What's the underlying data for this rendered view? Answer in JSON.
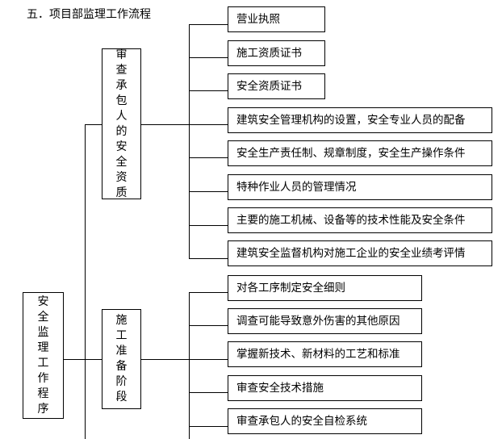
{
  "title": "五．项目部监理工作流程",
  "root": {
    "label": "安全监理工作程序"
  },
  "stages": [
    {
      "label": "审查承包人的安全资质",
      "items": [
        "营业执照",
        "施工资质证书",
        "安全资质证书",
        "建筑安全管理机构的设置，安全专业人员的配备",
        "安全生产责任制、规章制度，安全生产操作条件",
        "特种作业人员的管理情况",
        "主要的施工机械、设备等的技术性能及安全条件",
        "建筑安全监督机构对施工企业的安全业绩考评情"
      ]
    },
    {
      "label": "施工准备阶段",
      "items": [
        "对各工序制定安全细则",
        "调查可能导致意外伤害的其他原因",
        "掌握新技术、新材料的工艺和标准",
        "审查安全技术措施",
        "审查承包人的安全自检系统"
      ]
    }
  ]
}
